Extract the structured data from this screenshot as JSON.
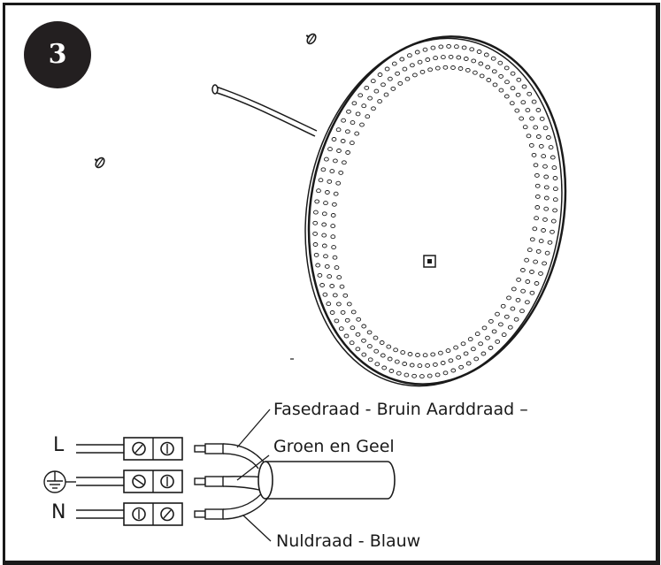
{
  "step": {
    "number": "3"
  },
  "wiring": {
    "phase_label": "Fasedraad - Bruin Aarddraad –",
    "earth_label": "Groen en Geel",
    "neutral_label": "Nuldraad - Blauw",
    "terminal_l": "L",
    "terminal_n": "N"
  },
  "colors": {
    "line": "#1a1a1a",
    "badge": "#231f20"
  },
  "icons": [
    "screw-icon",
    "earth-ground-icon",
    "terminal-screw-icon"
  ]
}
